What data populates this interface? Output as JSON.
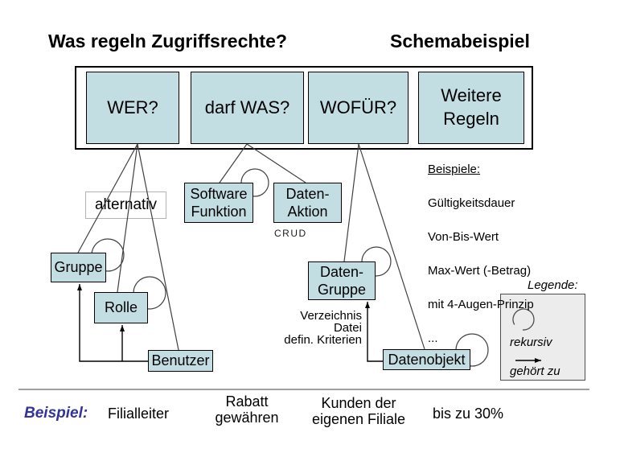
{
  "slide": {
    "title_left": "Was regeln Zugriffsrechte?",
    "title_right": "Schemabeispiel"
  },
  "schema": {
    "header": [
      {
        "label": "WER?"
      },
      {
        "label": "darf WAS?"
      },
      {
        "label": "WOFÜR?"
      },
      {
        "label": "Weitere\nRegeln"
      }
    ],
    "alternativ_label": "alternativ",
    "nodes": {
      "gruppe": "Gruppe",
      "rolle": "Rolle",
      "benutzer": "Benutzer",
      "software_funktion": "Software\nFunktion",
      "daten_aktion": "Daten-\nAktion",
      "daten_gruppe": "Daten-\nGruppe",
      "datenobjekt": "Datenobjekt"
    },
    "crud_label": "CRUD",
    "daten_gruppe_note": "Verzeichnis\nDatei\ndefin. Kriterien"
  },
  "beispiele": {
    "heading": "Beispiele:",
    "items": [
      "Gültigkeitsdauer",
      "Von-Bis-Wert",
      "Max-Wert (-Betrag)",
      "mit 4-Augen-Prinzip",
      "..."
    ]
  },
  "legend": {
    "heading": "Legende:",
    "recursive_label": "rekursiv",
    "belongs_to_label": "gehört zu"
  },
  "example_row": {
    "label": "Beispiel:",
    "wer": "Filialleiter",
    "was": "Rabatt\ngewähren",
    "wofuer": "Kunden der\neigenen Filiale",
    "regel": "bis zu 30%"
  },
  "colors": {
    "node_fill": "#c3dee3",
    "example_label_color": "#333399",
    "line_color": "#404040"
  }
}
